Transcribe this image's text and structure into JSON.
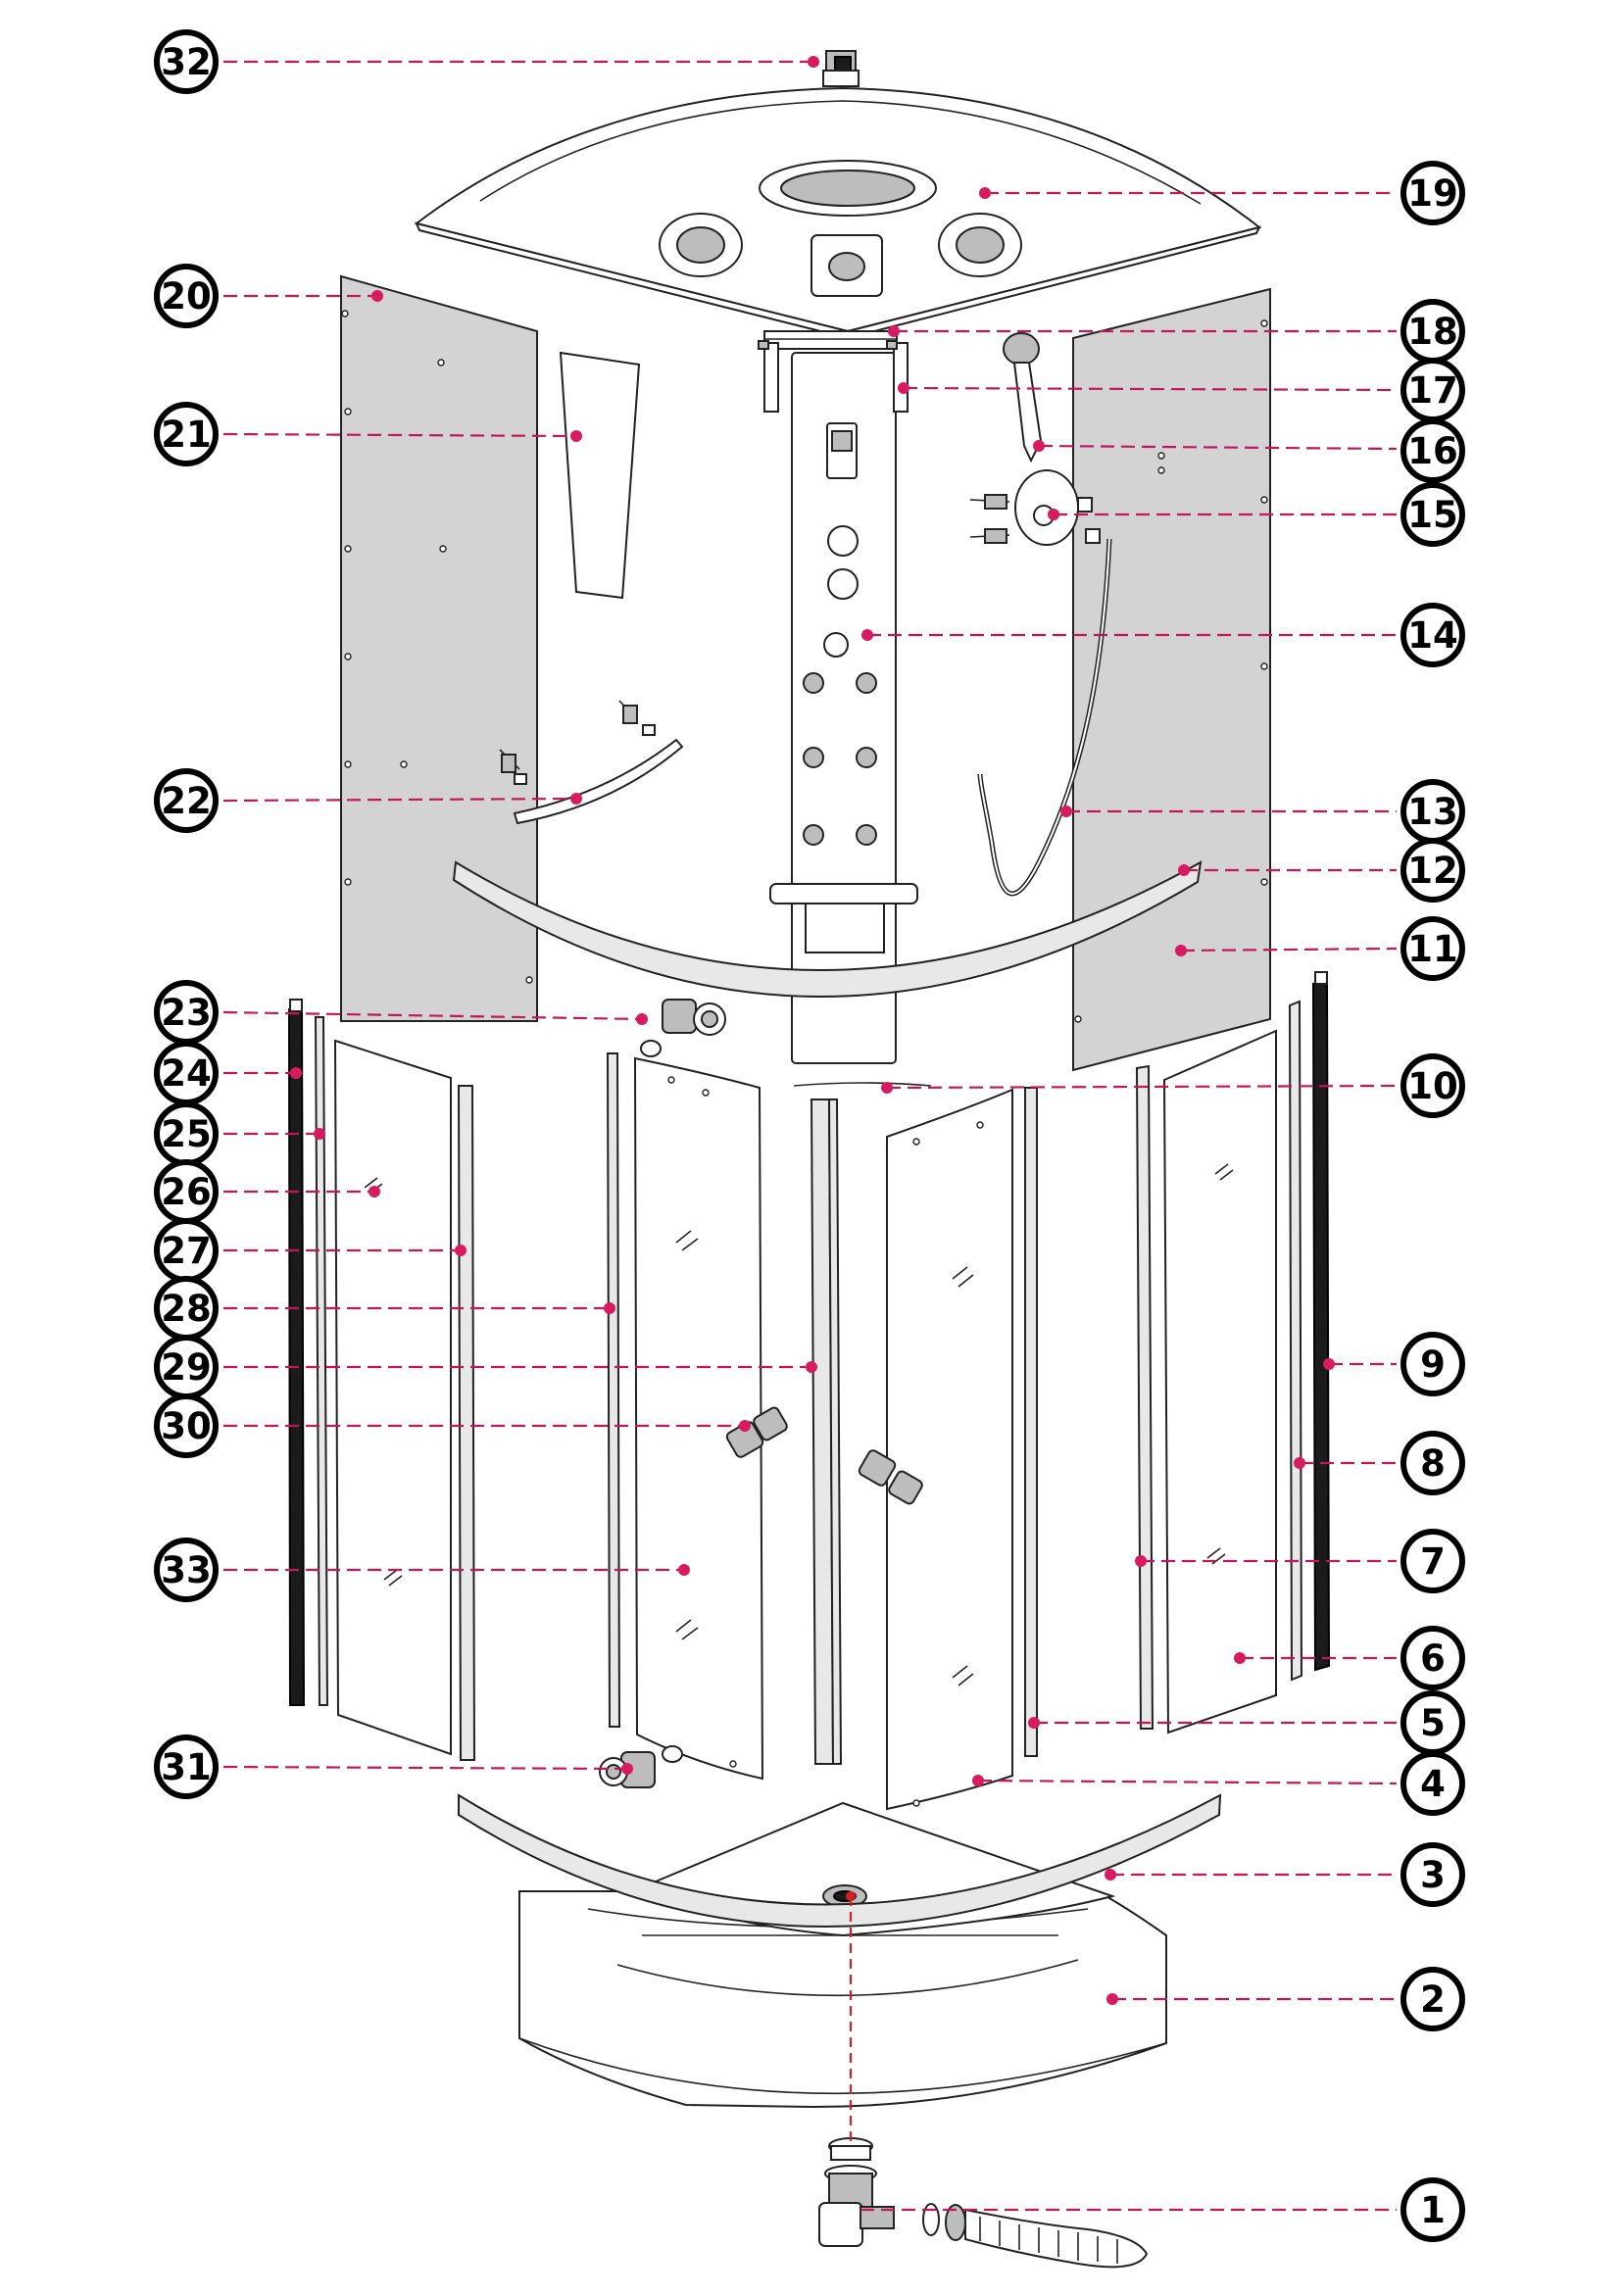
{
  "diagram": {
    "callouts": [
      {
        "id": "c32",
        "label": "32"
      },
      {
        "id": "c19",
        "label": "19"
      },
      {
        "id": "c20",
        "label": "20"
      },
      {
        "id": "c18",
        "label": "18"
      },
      {
        "id": "c17",
        "label": "17"
      },
      {
        "id": "c21",
        "label": "21"
      },
      {
        "id": "c16",
        "label": "16"
      },
      {
        "id": "c15",
        "label": "15"
      },
      {
        "id": "c14",
        "label": "14"
      },
      {
        "id": "c22",
        "label": "22"
      },
      {
        "id": "c13",
        "label": "13"
      },
      {
        "id": "c12",
        "label": "12"
      },
      {
        "id": "c11",
        "label": "11"
      },
      {
        "id": "c23",
        "label": "23"
      },
      {
        "id": "c24",
        "label": "24"
      },
      {
        "id": "c10",
        "label": "10"
      },
      {
        "id": "c25",
        "label": "25"
      },
      {
        "id": "c26",
        "label": "26"
      },
      {
        "id": "c27",
        "label": "27"
      },
      {
        "id": "c28",
        "label": "28"
      },
      {
        "id": "c9",
        "label": "9"
      },
      {
        "id": "c29",
        "label": "29"
      },
      {
        "id": "c30",
        "label": "30"
      },
      {
        "id": "c8",
        "label": "8"
      },
      {
        "id": "c7",
        "label": "7"
      },
      {
        "id": "c33",
        "label": "33"
      },
      {
        "id": "c6",
        "label": "6"
      },
      {
        "id": "c5",
        "label": "5"
      },
      {
        "id": "c31",
        "label": "31"
      },
      {
        "id": "c4",
        "label": "4"
      },
      {
        "id": "c3",
        "label": "3"
      },
      {
        "id": "c2",
        "label": "2"
      },
      {
        "id": "c1",
        "label": "1"
      }
    ],
    "colors": {
      "leader": "#c2185b",
      "drain_leader": "#d32020",
      "panel": "#d3d3d3"
    }
  }
}
